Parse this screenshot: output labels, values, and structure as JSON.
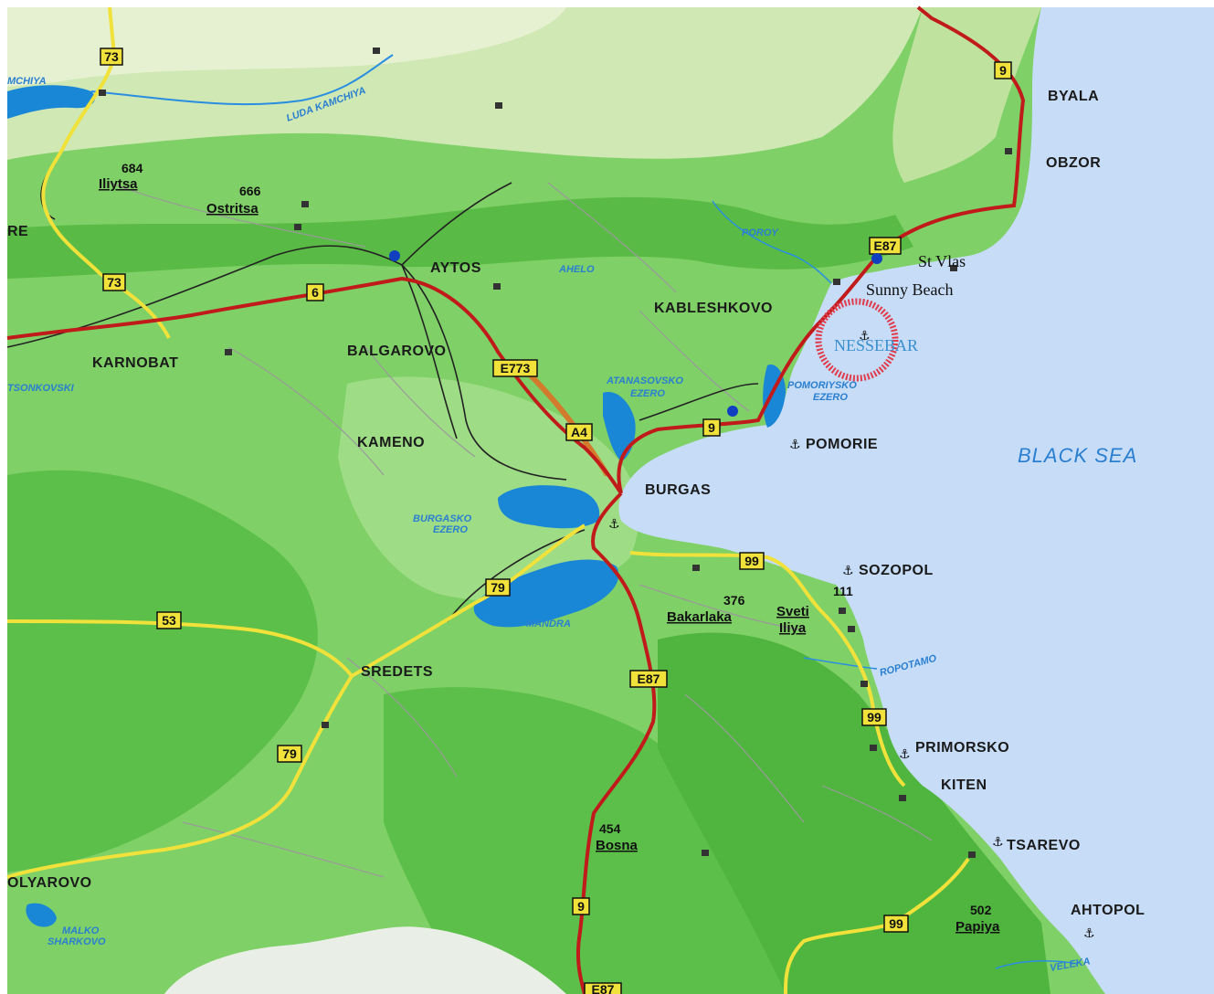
{
  "colors": {
    "land": "#7fd067",
    "forest": "#5bbf4a",
    "hills": "#cde7b0",
    "sea": "#c6dcf7",
    "lake": "#1a86d6",
    "road_main": "#c01a1a",
    "road_yellow": "#f0e23a",
    "railway": "#222222"
  },
  "sea": {
    "label": "BLACK SEA"
  },
  "highlight": {
    "label": "NESSEBAR"
  },
  "towns": [
    {
      "label": "BYALA"
    },
    {
      "label": "OBZOR"
    },
    {
      "label": "AYTOS"
    },
    {
      "label": "KABLESHKOVO"
    },
    {
      "label": "BALGAROVO"
    },
    {
      "label": "KARNOBAT"
    },
    {
      "label": "KAMENO"
    },
    {
      "label": "POMORIE"
    },
    {
      "label": "BURGAS"
    },
    {
      "label": "SOZOPOL"
    },
    {
      "label": "SREDETS"
    },
    {
      "label": "PRIMORSKO"
    },
    {
      "label": "KITEN"
    },
    {
      "label": "TSAREVO"
    },
    {
      "label": "AHTOPOL"
    },
    {
      "label": "OLYAROVO"
    },
    {
      "label": "RE"
    }
  ],
  "resorts": [
    {
      "label": "St Vlas"
    },
    {
      "label": "Sunny Beach"
    }
  ],
  "waters": [
    {
      "label": "MCHIYA"
    },
    {
      "label": "LUDA KAMCHIYA"
    },
    {
      "label": "POROY"
    },
    {
      "label": "AHELO"
    },
    {
      "label": "TSONKOVSKI"
    },
    {
      "label": "ATANASOVSKO"
    },
    {
      "label": "EZERO"
    },
    {
      "label": "POMORIYSKO"
    },
    {
      "label": "EZERO"
    },
    {
      "label": "BURGASKO"
    },
    {
      "label": "EZERO"
    },
    {
      "label": "MANDRA"
    },
    {
      "label": "ROPOTAMO"
    },
    {
      "label": "MALKO"
    },
    {
      "label": "SHARKOVO"
    },
    {
      "label": "VELEKA"
    }
  ],
  "peaks": [
    {
      "height": "684",
      "name": "Iliytsa"
    },
    {
      "height": "666",
      "name": "Ostritsa"
    },
    {
      "height": "376",
      "name": "Bakarlaka"
    },
    {
      "height": "",
      "name": "Sveti"
    },
    {
      "height": "",
      "name": "Iliya"
    },
    {
      "height": "454",
      "name": "Bosna"
    },
    {
      "height": "502",
      "name": "Papiya"
    }
  ],
  "misc_labels": [
    {
      "label": "111"
    }
  ],
  "route_shields": [
    {
      "label": "73"
    },
    {
      "label": "73"
    },
    {
      "label": "6"
    },
    {
      "label": "9"
    },
    {
      "label": "E87"
    },
    {
      "label": "E773"
    },
    {
      "label": "A4"
    },
    {
      "label": "9"
    },
    {
      "label": "99"
    },
    {
      "label": "79"
    },
    {
      "label": "53"
    },
    {
      "label": "E87"
    },
    {
      "label": "99"
    },
    {
      "label": "79"
    },
    {
      "label": "9"
    },
    {
      "label": "99"
    },
    {
      "label": "E87"
    }
  ]
}
